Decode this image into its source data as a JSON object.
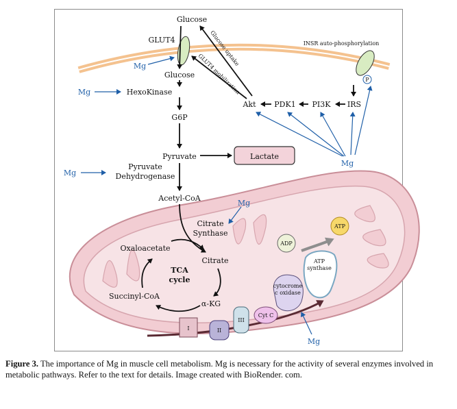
{
  "nodes": {
    "glucose_top": "Glucose",
    "glut4": "GLUT4",
    "glucose_in": "Glucose",
    "hexokinase": "HexoKinase",
    "g6p": "G6P",
    "pyruvate": "Pyruvate",
    "lactate": "Lactate",
    "pdh_line1": "Pyruvate",
    "pdh_line2": "Dehydrogenase",
    "acetyl_coa": "Acetyl-CoA",
    "cs_line1": "Citrate",
    "cs_line2": "Synthase",
    "oxaloacetate": "Oxaloacetate",
    "citrate": "Citrate",
    "tca_line1": "TCA",
    "tca_line2": "cycle",
    "succinyl_coa": "Succinyl-CoA",
    "akg": "α-KG",
    "akt": "Akt",
    "pdk1": "PDK1",
    "pi3k": "PI3K",
    "irs": "IRS",
    "insr": "INSR auto-phosphorylation",
    "p": "P",
    "glucose_uptake": "Glucose uptake",
    "glut4_mobilization": "GLUT4 mobilization",
    "adp": "ADP",
    "atp": "ATP",
    "atp_synthase_line1": "ATP",
    "atp_synthase_line2": "synthase",
    "cyto_line1": "cytocrome",
    "cyto_line2": "c oxidase",
    "complex_1": "I",
    "complex_2": "II",
    "complex_3": "III",
    "cyt_c": "Cyt C"
  },
  "mg_labels": {
    "glut4": "Mg",
    "hexokinase": "Mg",
    "pdh": "Mg",
    "citrate_synthase": "Mg",
    "signaling": "Mg",
    "cytochrome": "Mg"
  },
  "caption": {
    "label": "Figure 3.",
    "text": " The importance of Mg in muscle cell metabolism. Mg is necessary for the activity of several enzymes involved in metabolic pathways. Refer to the text for details. Image created with BioRender. com."
  },
  "colors": {
    "mg_blue": "#1f5fa8",
    "membrane_orange": "#f4c28f",
    "mito_outer": "#f2cdd3",
    "mito_inner": "#f7e3e6",
    "lactate_fill": "#f3d3da",
    "glut4_green": "#d8ecc2"
  }
}
